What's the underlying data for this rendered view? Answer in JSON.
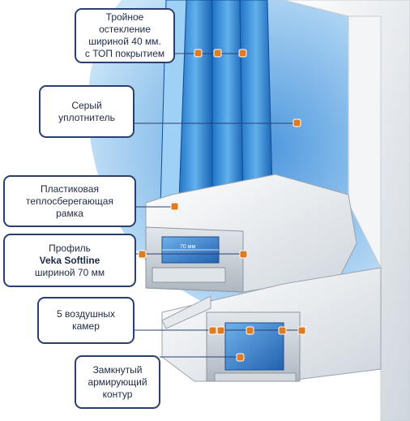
{
  "callouts": {
    "glazing": {
      "lines": [
        "Тройное",
        "остекление",
        "шириной 40 мм.",
        "с ТОП покрытием"
      ]
    },
    "seal": {
      "lines": [
        "Серый",
        "уплотнитель"
      ]
    },
    "spacer": {
      "lines": [
        "Пластиковая",
        "теплосберегающая",
        "рамка"
      ]
    },
    "profile": {
      "lines": [
        "Профиль",
        "Veka Softline",
        "шириной 70 мм"
      ]
    },
    "chambers": {
      "lines": [
        "5 воздушных",
        "камер"
      ]
    },
    "reinforcement": {
      "lines": [
        "Замкнутый",
        "армирующий",
        "контур"
      ]
    }
  },
  "dimension_label": "70 мм",
  "colors": {
    "callout_border": "#2b3f70",
    "marker": "#e07b22",
    "glass": "#3f8fd6",
    "background_disc": "#5fa8e0",
    "pvc": "#eef1f4",
    "reinforcement": "#2f6fc0"
  }
}
